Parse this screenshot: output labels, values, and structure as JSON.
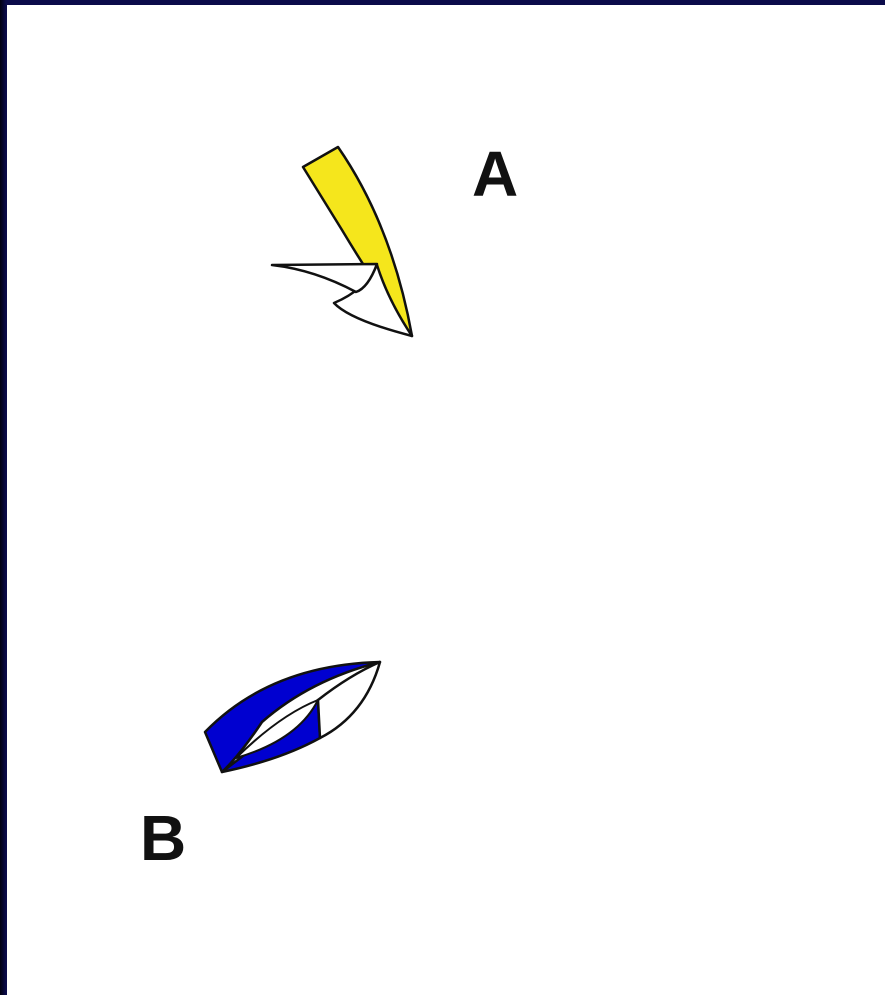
{
  "boats": [
    {
      "id": "A",
      "label": "A",
      "hull_color": "#f5e61c",
      "sail_color": "#ffffff"
    },
    {
      "id": "B",
      "label": "B",
      "hull_color": "#0000d0",
      "sail_color": "#ffffff"
    }
  ],
  "colors": {
    "frame": "#0b0b4a",
    "background": "#ffffff",
    "outline": "#111111"
  }
}
